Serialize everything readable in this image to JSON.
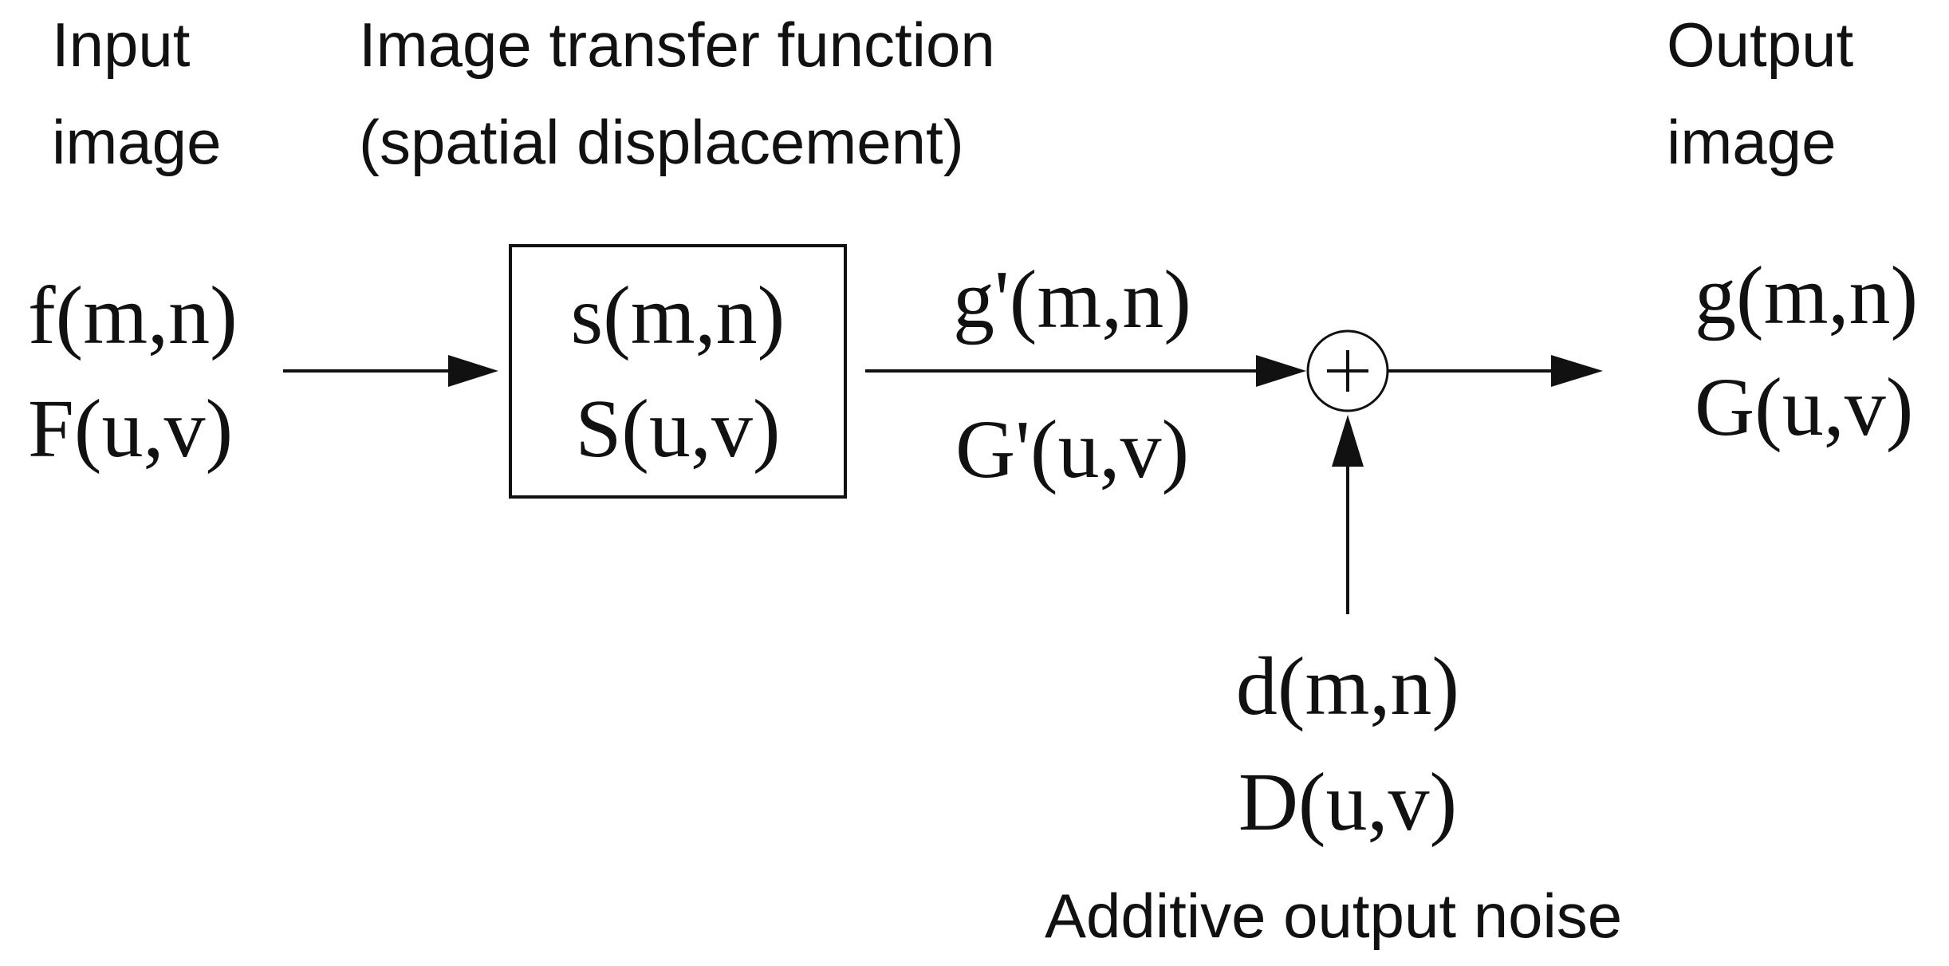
{
  "input": {
    "caption": [
      "Input",
      "image"
    ],
    "signal": "f(m,n)",
    "spectrum": "F(u,v)"
  },
  "transfer": {
    "caption": [
      "Image transfer function",
      "(spatial displacement)"
    ],
    "signal": "s(m,n)",
    "spectrum": "S(u,v)"
  },
  "intermediate": {
    "signal": "g'(m,n)",
    "spectrum": "G'(u,v)"
  },
  "summing_junction": {
    "symbol": "+"
  },
  "output": {
    "caption": [
      "Output",
      "image"
    ],
    "signal": "g(m,n)",
    "spectrum": "G(u,v)"
  },
  "noise": {
    "signal": "d(m,n)",
    "spectrum": "D(u,v)",
    "caption": "Additive output noise"
  }
}
